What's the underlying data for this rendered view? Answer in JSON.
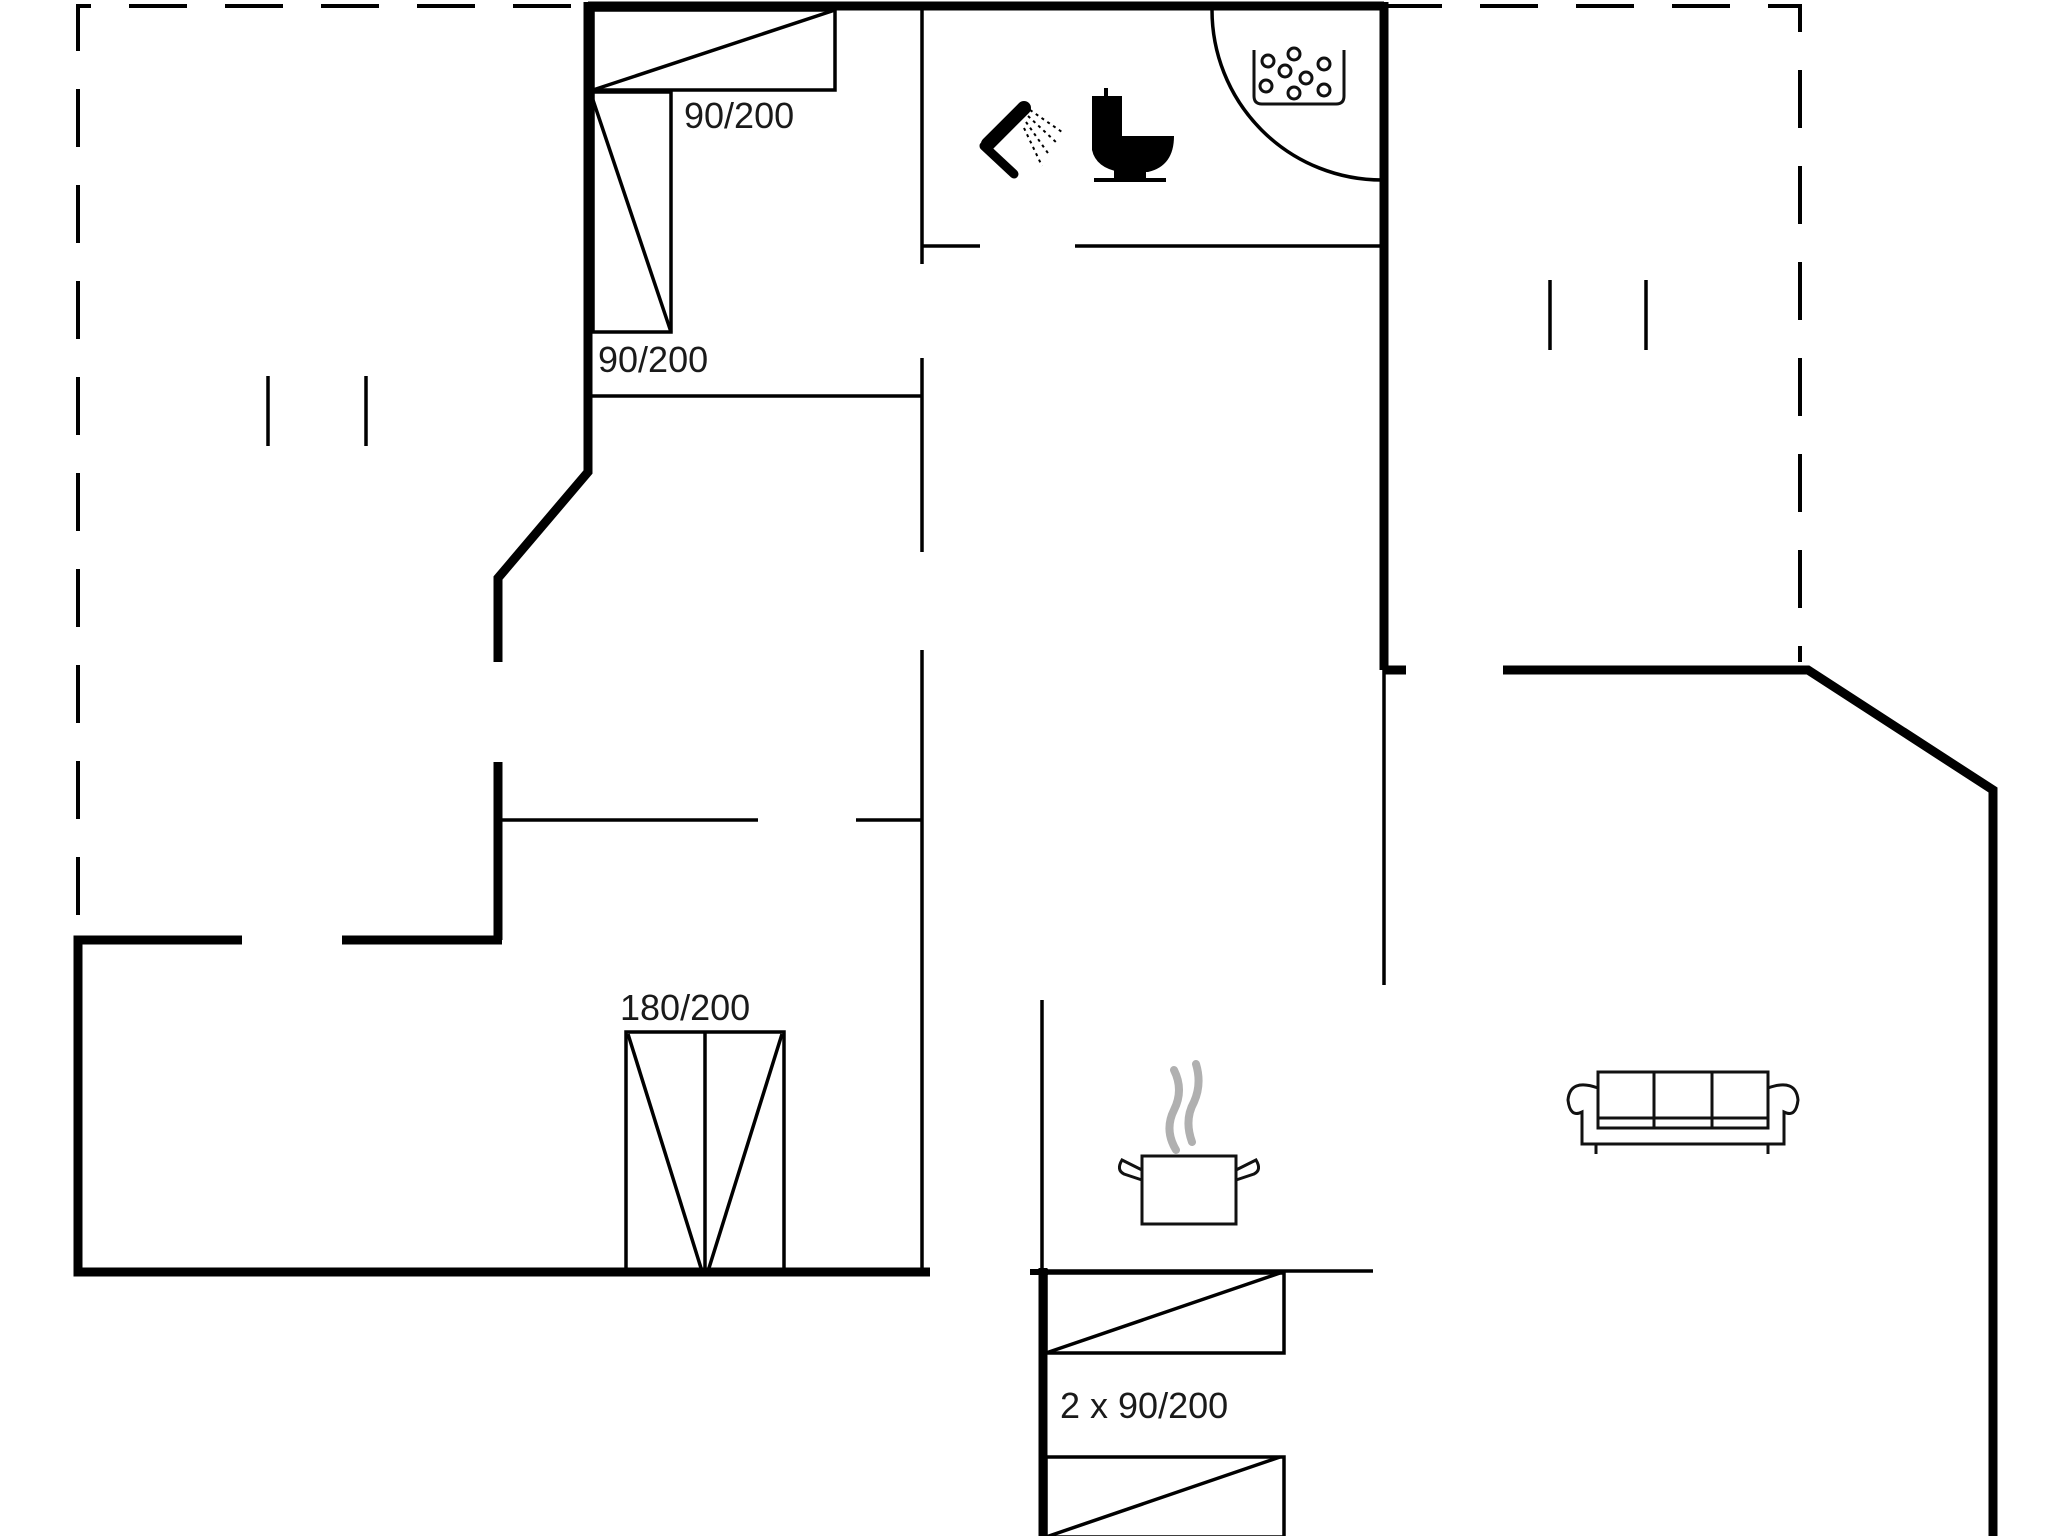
{
  "plan": {
    "type": "floor-plan",
    "line_color": "#000000",
    "background": "#ffffff",
    "steam_color": "#b0b0b0"
  },
  "beds": [
    {
      "id": "bed-1",
      "label": "90/200",
      "room": "bedroom-top-horizontal"
    },
    {
      "id": "bed-2",
      "label": "90/200",
      "room": "bedroom-top-vertical"
    },
    {
      "id": "bed-3",
      "label": "180/200",
      "room": "bedroom-bottom-left"
    },
    {
      "id": "bed-4",
      "label": "2 x 90/200",
      "room": "bedroom-bottom-right"
    }
  ],
  "symbols": {
    "shower": "shower-icon",
    "toilet": "toilet-icon",
    "hot_tub": "spa-bath-icon",
    "cooking_pot": "kitchen-pot-icon",
    "sofa": "sofa-icon"
  }
}
